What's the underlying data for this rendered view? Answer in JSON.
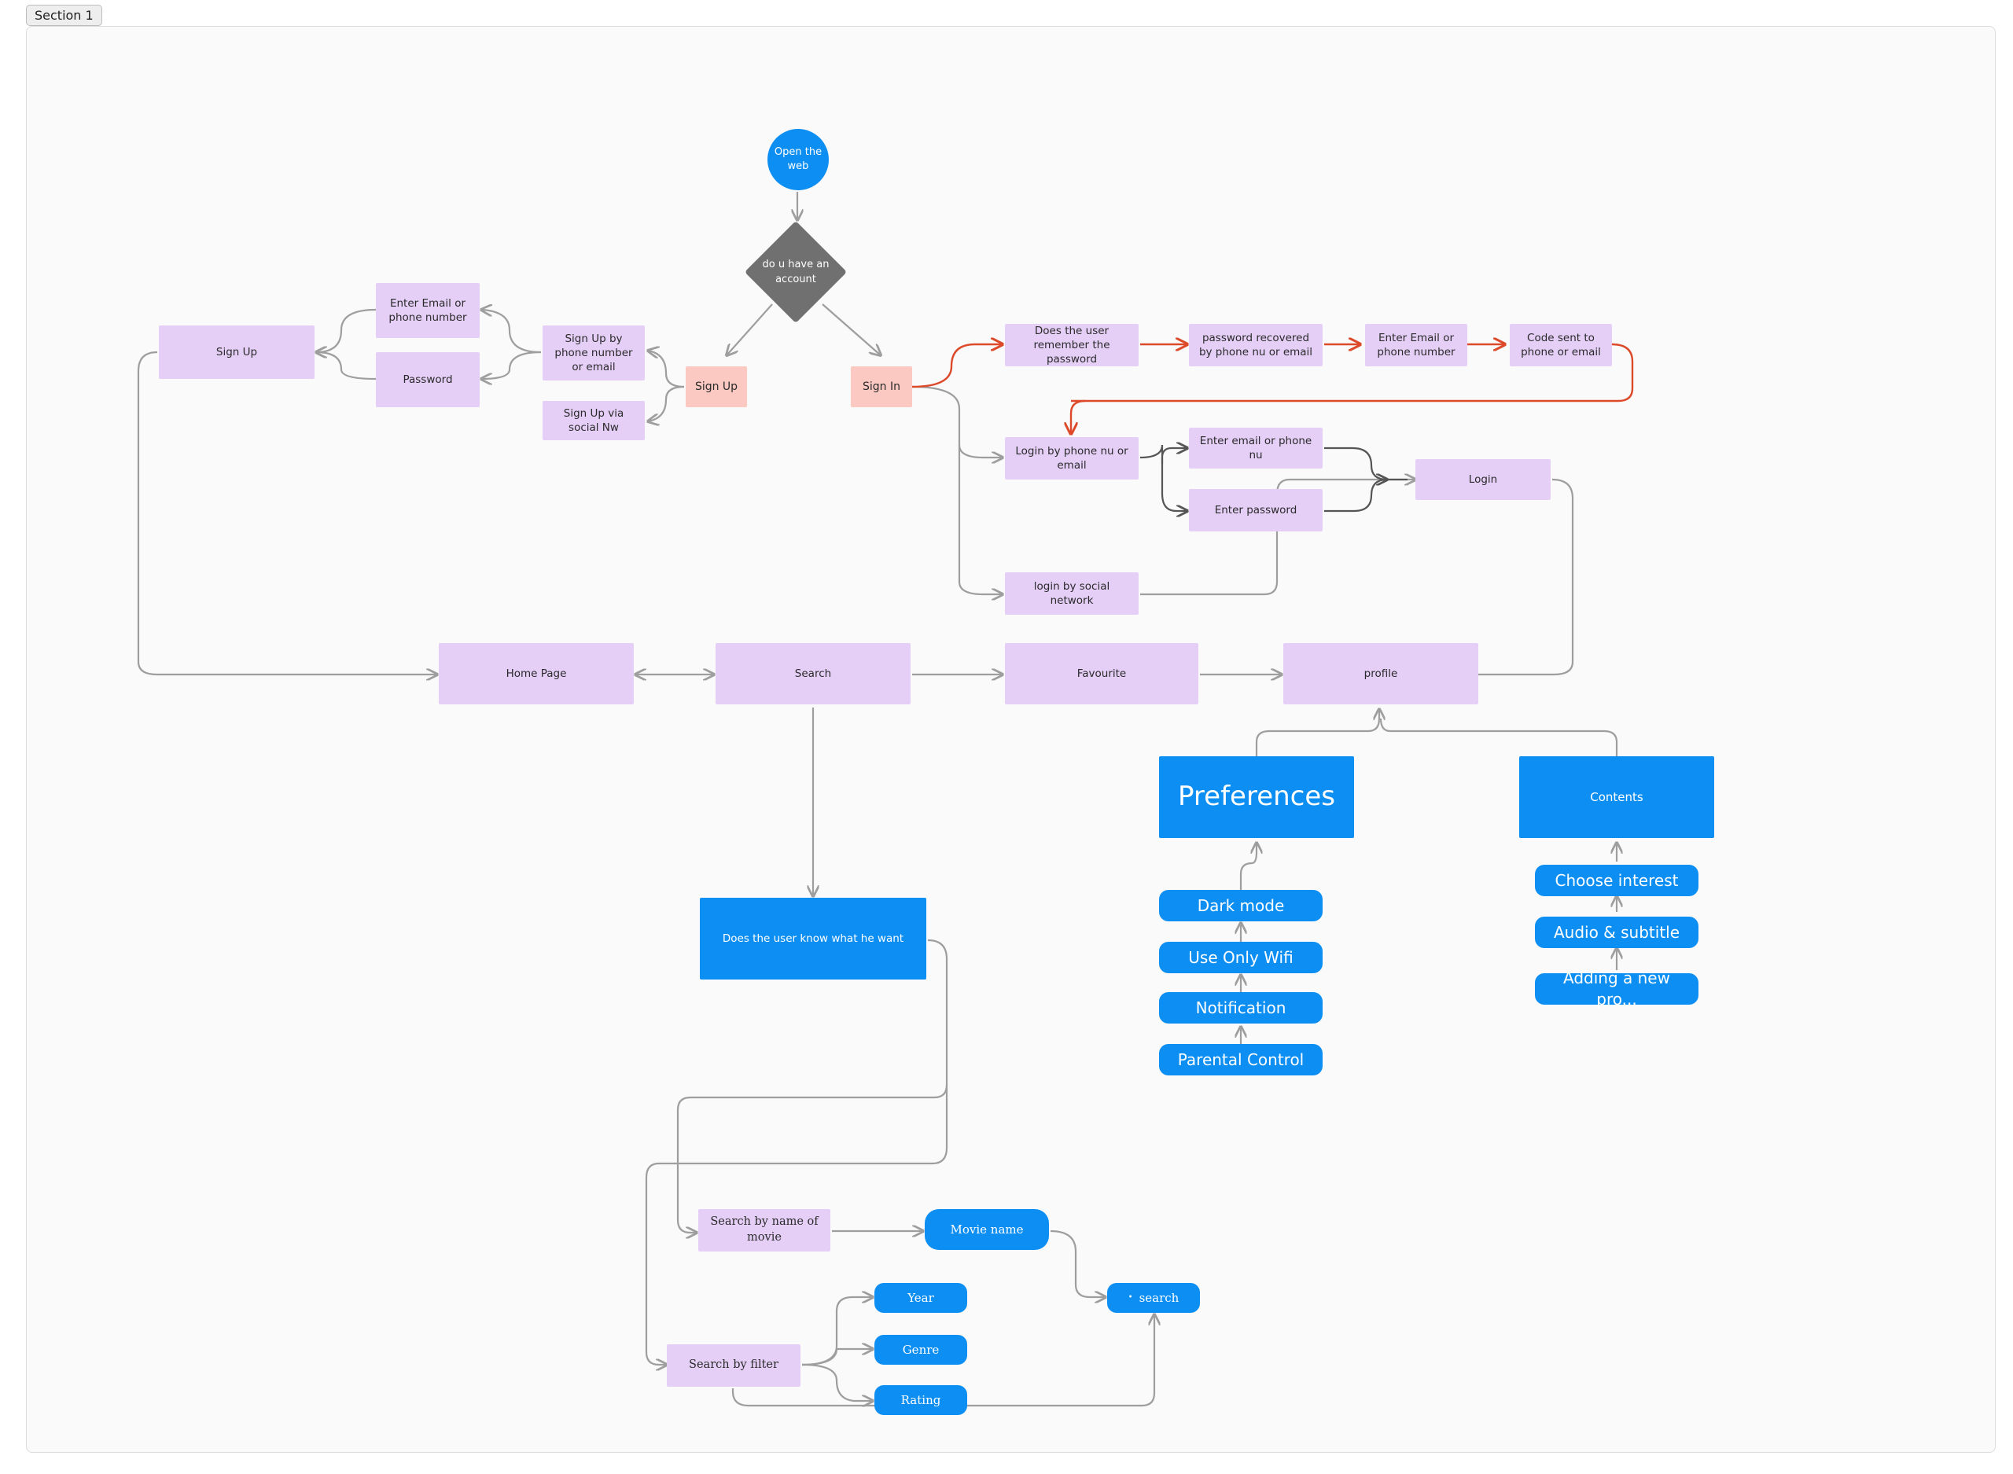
{
  "section_label": "Section 1",
  "colors": {
    "lilac_node": "#e5cff7",
    "salmon_node": "#fbc9c2",
    "blue_node": "#0d8ef2",
    "decision": "#707070",
    "edge_gray": "#9e9e9e",
    "edge_dark": "#555555",
    "edge_red": "#dc4a2a"
  },
  "nodes": {
    "open_web": "Open the web",
    "decision": "do u have an account",
    "sign_up": "Sign Up",
    "sign_in": "Sign In",
    "sign_up_phone_email": "Sign Up by phone number or email",
    "sign_up_social": "Sign Up via social Nw",
    "enter_email_phone": "Enter Email or phone number",
    "password": "Password",
    "sign_up_main": "Sign Up",
    "remember_password": "Does the user remember the password",
    "password_recovered": "password recovered by phone nu or email",
    "enter_email_phone_recovery": "Enter Email or phone number",
    "code_sent": "Code sent to phone or email",
    "login_phone_email": "Login by phone nu or email",
    "enter_email_phone_nu": "Enter email or phone nu",
    "enter_password": "Enter password",
    "login": "Login",
    "login_social": "login by social network",
    "home_page": "Home Page",
    "search": "Search",
    "favourite": "Favourite",
    "profile": "profile",
    "preferences": "Preferences",
    "contents": "Contents",
    "dark_mode": "Dark mode",
    "use_only_wifi": "Use Only Wifi",
    "notification": "Notification",
    "parental_control": "Parental Control",
    "choose_interest": "Choose interest",
    "audio_subtitle": "Audio & subtitle",
    "adding_new_pro": "Adding a new pro...",
    "user_knows": "Does the user know what he want",
    "search_by_name": "Search by name of movie",
    "movie_name": "Movie name",
    "search_btn": "search",
    "search_by_filter": "Search by filter",
    "year": "Year",
    "genre": "Genre",
    "rating": "Rating"
  }
}
